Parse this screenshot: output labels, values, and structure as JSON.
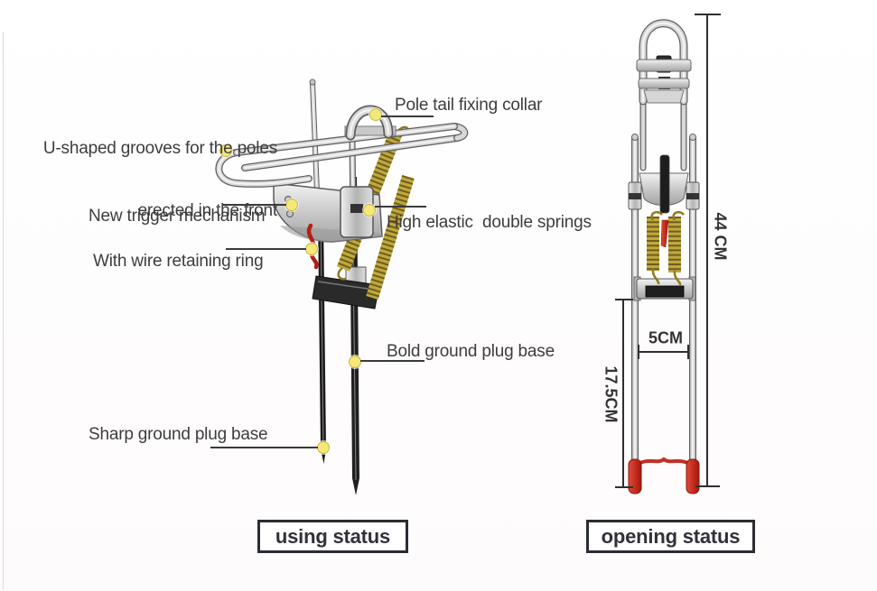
{
  "labels": {
    "u_grooves_line1": "U-shaped grooves for the poles",
    "u_grooves_line2": "erected in the front",
    "pole_tail": "Pole tail fixing collar",
    "trigger": "New trigger mechanism",
    "wire_ring": "With wire retaining ring",
    "springs": "High elastic  double springs",
    "bold_base": "Bold ground plug base",
    "sharp_base": "Sharp ground plug base"
  },
  "dimensions": {
    "overall_height": "44 CM",
    "spike_length": "17.5CM",
    "leg_spacing": "5CM"
  },
  "captions": {
    "using": "using status",
    "opening": "opening status"
  },
  "colors": {
    "label_text": "#3d3d3d",
    "marker_fill": "#f3e878",
    "marker_stroke": "#c9b44a",
    "leader_line": "#3a3a3a",
    "dimension_line": "#2f2f2f",
    "caption_border": "#2c2c34",
    "spring_gold": "#bfa83e",
    "accent_red": "#c6281c",
    "chrome_light": "#e9e9e9",
    "chrome_dark": "#8f8f8f"
  }
}
